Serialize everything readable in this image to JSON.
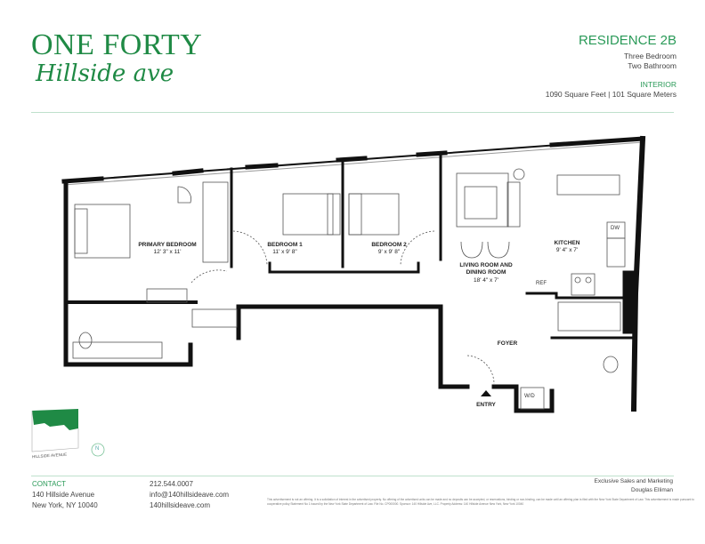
{
  "brand": {
    "line1": "ONE FORTY",
    "line2": "Hillside ave",
    "color": "#1f8a45"
  },
  "residence": {
    "title": "RESIDENCE 2B",
    "bedrooms": "Three Bedroom",
    "bathrooms": "Two Bathroom",
    "interior_label": "INTERIOR",
    "area": "1090 Square Feet | 101 Square Meters"
  },
  "rooms": [
    {
      "name": "PRIMARY BEDROOM",
      "dim": "12' 3\" x 11'"
    },
    {
      "name": "BEDROOM 1",
      "dim": "11' x 9' 8\""
    },
    {
      "name": "BEDROOM 2",
      "dim": "9' x 9' 8\""
    },
    {
      "name": "LIVING ROOM AND DINING ROOM",
      "dim": "18' 4\" x 7'"
    },
    {
      "name": "KITCHEN",
      "dim": "9' 4\" x 7'"
    },
    {
      "name": "FOYER",
      "dim": ""
    },
    {
      "name": "ENTRY",
      "dim": ""
    }
  ],
  "fixtures": {
    "dw": "DW",
    "ref": "REF",
    "wd": "W/D"
  },
  "keyplan": {
    "street": "HILLSIDE AVENUE",
    "north": "N"
  },
  "contact": {
    "label": "CONTACT",
    "address1": "140 Hillside Avenue",
    "address2": "New York, NY 10040",
    "phone": "212.544.0007",
    "email": "info@140hillsideave.com",
    "web": "140hillsideave.com"
  },
  "sales": {
    "line1": "Exclusive Sales and Marketing",
    "line2": "Douglas Elliman"
  },
  "disclaimer": "This advertisement is not an offering. It is a solicitation of interest in the advertised property. No offering of the advertised units can be made and no deposits can be accepted, or reservations, binding or non-binding, can be made until an offering plan is filed with the New York State Department of Law. This advertisement is made pursuant to cooperative policy Statement No 1 issued by the New York State Department of Law. File No. CP000000. Sponsor: 140 Hillside Ave, LLC. Property Address: 140 Hillside Avenue New York, New York 10040"
}
